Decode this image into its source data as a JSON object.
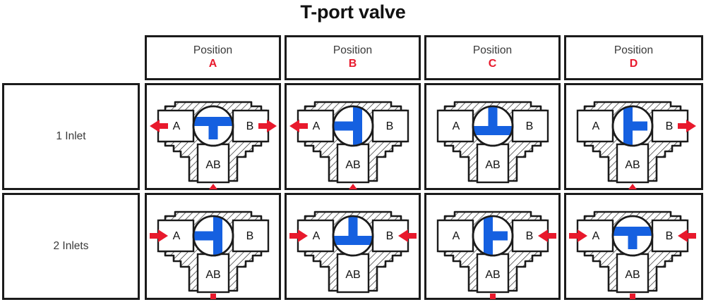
{
  "title": "T-port valve",
  "colors": {
    "arrow_red": "#e8192c",
    "port_blue": "#1560e0",
    "line_black": "#1b1b1b",
    "text_gray": "#3a3a3a",
    "background": "#ffffff"
  },
  "header": {
    "corner_label": "",
    "columns": [
      {
        "word": "Position",
        "letter": "A"
      },
      {
        "word": "Position",
        "letter": "B"
      },
      {
        "word": "Position",
        "letter": "C"
      },
      {
        "word": "Position",
        "letter": "D"
      }
    ]
  },
  "rows": [
    {
      "label": "1 Inlet"
    },
    {
      "label": "2 Inlets"
    }
  ],
  "port_labels": {
    "left": "A",
    "right": "B",
    "bottom": "AB"
  },
  "chart_data": {
    "type": "table",
    "title": "T-port valve",
    "row_headers": [
      "1 Inlet",
      "2 Inlets"
    ],
    "column_headers": [
      "Position A",
      "Position B",
      "Position C",
      "Position D"
    ],
    "cells": [
      {
        "row": "1 Inlet",
        "column": "Position A",
        "port_shape": "T-down",
        "description": "Horizontal bar connecting A and B with stem down to AB",
        "flow": {
          "left": "out",
          "right": "out",
          "bottom": "in"
        },
        "arrows": [
          "left-out",
          "right-out",
          "bottom-in"
        ]
      },
      {
        "row": "1 Inlet",
        "column": "Position B",
        "port_shape": "T-left",
        "description": "Vertical bar with stem to the left, connects A and AB",
        "flow": {
          "left": "out",
          "right": "closed",
          "bottom": "in"
        },
        "arrows": [
          "left-out",
          "bottom-in"
        ]
      },
      {
        "row": "1 Inlet",
        "column": "Position C",
        "port_shape": "T-up",
        "description": "Horizontal bar connecting A and B with stem up, AB closed",
        "flow": {
          "left": "closed",
          "right": "closed",
          "bottom": "closed"
        },
        "arrows": []
      },
      {
        "row": "1 Inlet",
        "column": "Position D",
        "port_shape": "T-right",
        "description": "Vertical bar with stem to the right, connects B and AB",
        "flow": {
          "left": "closed",
          "right": "out",
          "bottom": "in"
        },
        "arrows": [
          "right-out",
          "bottom-in"
        ]
      },
      {
        "row": "2 Inlets",
        "column": "Position A",
        "port_shape": "T-left",
        "description": "Vertical bar with stem to the left, connects A and AB",
        "flow": {
          "left": "in",
          "right": "closed",
          "bottom": "out"
        },
        "arrows": [
          "left-in",
          "bottom-out"
        ]
      },
      {
        "row": "2 Inlets",
        "column": "Position B",
        "port_shape": "T-up",
        "description": "Horizontal bar connecting A and B with stem up, AB closed",
        "flow": {
          "left": "in",
          "right": "in",
          "bottom": "closed"
        },
        "arrows": [
          "left-in",
          "right-in"
        ]
      },
      {
        "row": "2 Inlets",
        "column": "Position C",
        "port_shape": "T-right",
        "description": "Vertical bar with stem to the right, connects B and AB",
        "flow": {
          "left": "closed",
          "right": "in",
          "bottom": "out"
        },
        "arrows": [
          "right-in",
          "bottom-out"
        ]
      },
      {
        "row": "2 Inlets",
        "column": "Position D",
        "port_shape": "T-down",
        "description": "Horizontal bar connecting A and B with stem down to AB",
        "flow": {
          "left": "in",
          "right": "in",
          "bottom": "out"
        },
        "arrows": [
          "left-in",
          "right-in",
          "bottom-out"
        ]
      }
    ]
  }
}
